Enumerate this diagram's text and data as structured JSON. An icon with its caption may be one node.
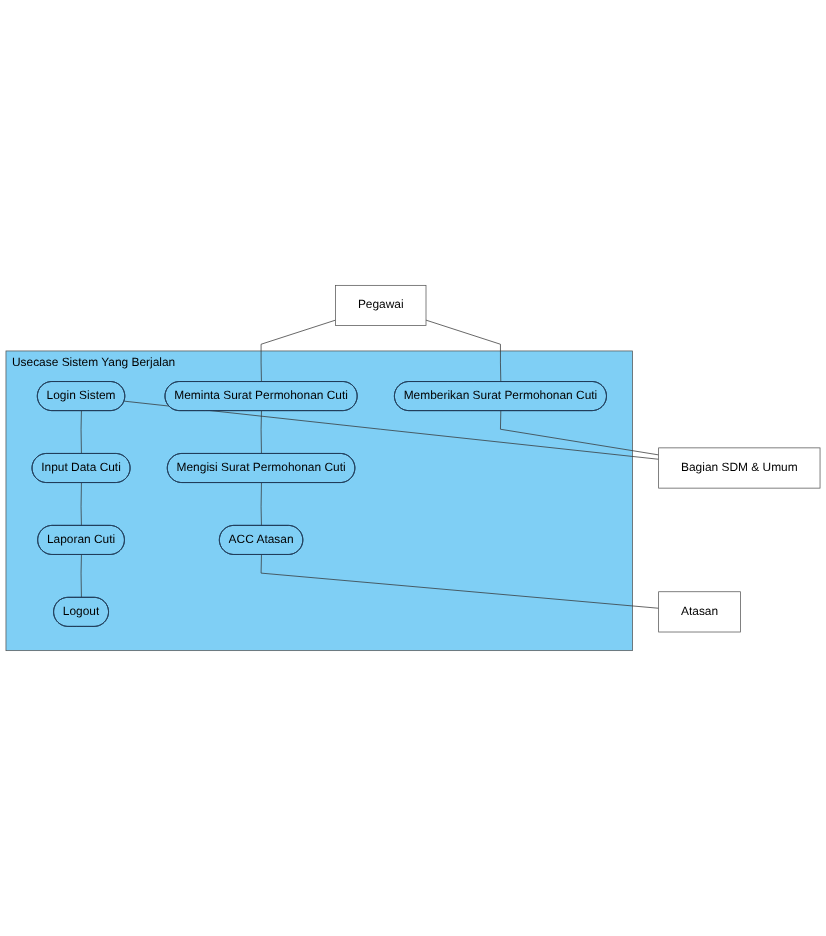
{
  "diagram": {
    "nodes": [
      {
        "text": [
          "Pegawai"
        ]
      },
      {
        "text": [
          "Usecase Sistem Yang Berjalan"
        ]
      },
      {
        "text": [
          "Meminta Surat Permohonan Cuti"
        ],
        "in": 1
      },
      {
        "text": [
          "Mengisi Surat Permohonan Cuti"
        ],
        "in": 1
      },
      {
        "text": [
          "ACC Atasan"
        ],
        "in": 1
      },
      {
        "text": [
          "Memberikan Surat Permohonan Cuti"
        ],
        "in": 1
      },
      {
        "text": [
          "Login Sistem"
        ],
        "in": 1
      },
      {
        "text": [
          "Input Data Cuti"
        ],
        "in": 1
      },
      {
        "text": [
          "Laporan Cuti"
        ],
        "in": 1
      },
      {
        "text": [
          "Logout"
        ],
        "in": 1
      },
      {
        "text": [
          "Atasan"
        ]
      },
      {
        "text": [
          "Bagian SDM & Umum"
        ]
      }
    ],
    "edges": [
      {
        "from": 0,
        "to": 2,
        "arrow": "none"
      },
      {
        "from": 0,
        "to": 5,
        "arrow": "none"
      },
      {
        "from": 2,
        "to": 3,
        "arrow": "none"
      },
      {
        "from": 3,
        "to": 4,
        "arrow": "none"
      },
      {
        "from": 4,
        "to": 10,
        "arrow": "none"
      },
      {
        "from": 5,
        "to": 11,
        "arrow": "none"
      },
      {
        "from": 6,
        "to": 11,
        "arrow": "none"
      },
      {
        "from": 6,
        "to": 7,
        "arrow": "none"
      },
      {
        "from": 7,
        "to": 8,
        "arrow": "none"
      },
      {
        "from": 8,
        "to": 9,
        "arrow": "none"
      }
    ]
  }
}
